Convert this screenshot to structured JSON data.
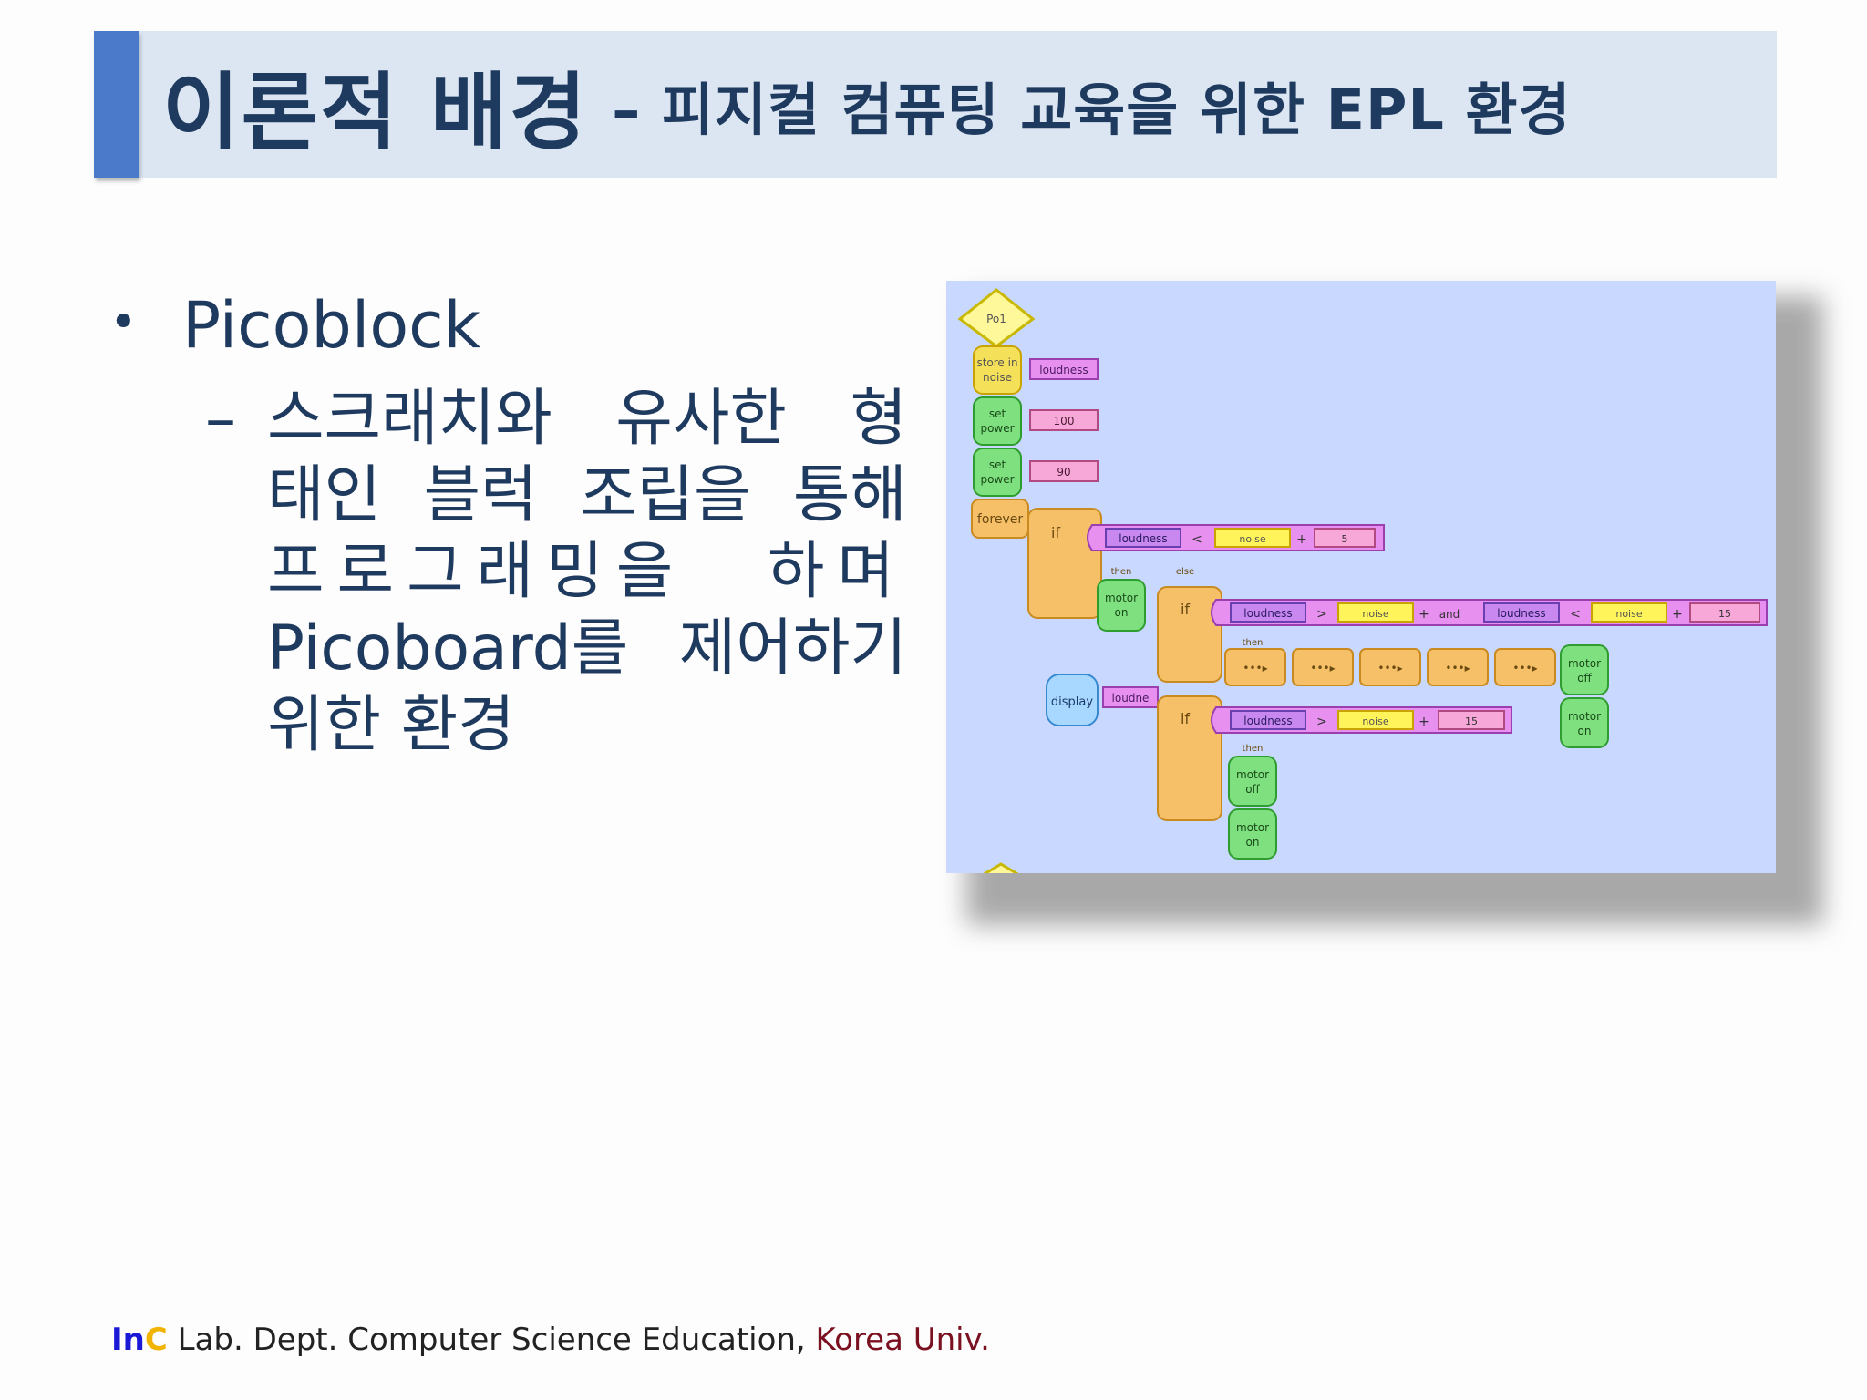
{
  "title": {
    "main": "이론적 배경",
    "sub": "– 피지컬 컴퓨팅 교육을 위한 EPL 환경"
  },
  "bullets": {
    "level1": "Picoblock",
    "level2_dash": "–",
    "level2_lines": [
      [
        "스크래치와",
        "유사한",
        "형"
      ],
      [
        "태인",
        "블럭",
        "조립을",
        "통해"
      ],
      [
        "프로그래밍을",
        "하며"
      ],
      [
        "Picoboard를",
        "제어하기"
      ],
      [
        "위한 환경"
      ]
    ]
  },
  "picoblock_screenshot": {
    "start_label": "Po1",
    "blocks": {
      "store_in_noise": "store in noise",
      "set_power_1": "set power",
      "set_power_2": "set power",
      "forever": "forever",
      "if_1": "if",
      "if_2": "if",
      "if_3": "if",
      "then": "then",
      "else": "else",
      "motor_on": "motor on",
      "motor_off": "motor off",
      "display": "display"
    },
    "values": {
      "loudness": "loudness",
      "noise": "noise",
      "v100": "100",
      "v90": "90",
      "v5": "5",
      "v15": "15",
      "and": "and",
      "lt": "<",
      "gt": ">",
      "plus": "+",
      "dots": "•••▸"
    }
  },
  "footer": {
    "lab_in": "In",
    "lab_c": "C",
    "dept": " Lab. Dept. Computer Science Education, ",
    "univ": "Korea Univ."
  }
}
